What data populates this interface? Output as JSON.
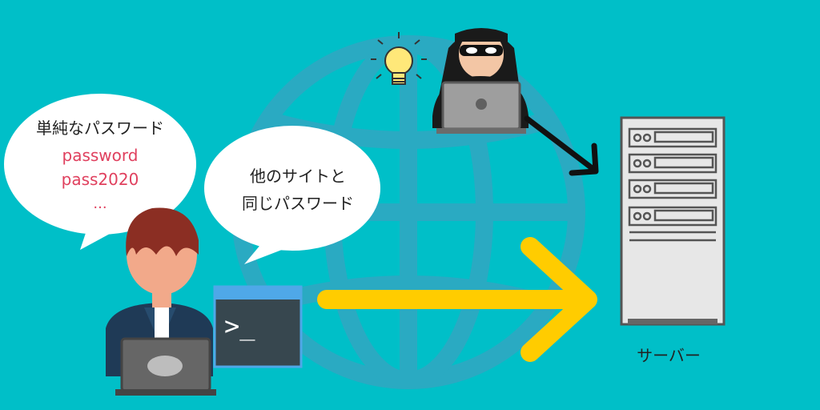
{
  "colors": {
    "background": "#00BFC8",
    "globe": "#2AAAC2",
    "arrow_yellow": "#FFCC00",
    "password_text": "#E0405E",
    "terminal": "#37474F",
    "terminal_bar": "#4FA8E8"
  },
  "bubble_simple": {
    "title": "単純なパスワード",
    "examples": [
      "password",
      "pass2020",
      "..."
    ]
  },
  "bubble_reuse": {
    "lines": [
      "他のサイトと",
      "同じパスワード"
    ]
  },
  "terminal": {
    "prompt": ">_"
  },
  "server": {
    "label": "サーバー"
  },
  "icons": [
    "globe-icon",
    "lightbulb-icon",
    "hacker-figure",
    "user-figure",
    "laptop-icon",
    "terminal-window-icon",
    "server-rack-icon"
  ]
}
